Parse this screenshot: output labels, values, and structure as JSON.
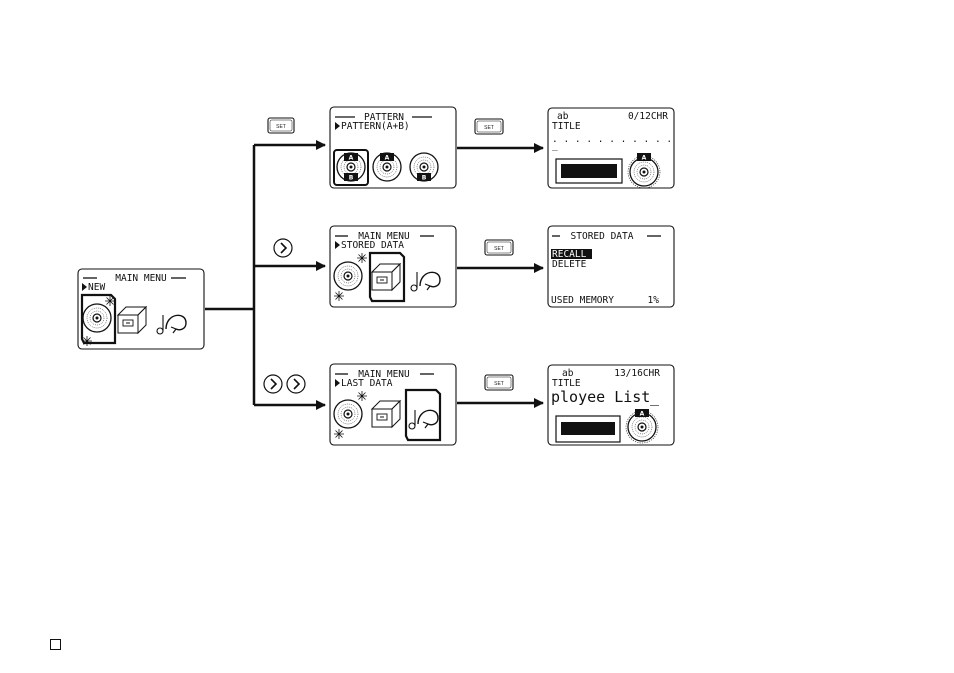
{
  "screens": {
    "main_new": {
      "title": "MAIN MENU",
      "item": "NEW"
    },
    "pattern": {
      "title": "PATTERN",
      "item": "PATTERN(A+B)",
      "icon_a": "A",
      "icon_b": "B"
    },
    "title_entry": {
      "mode": "ab",
      "counter": "0/12CHR",
      "label": "TITLE",
      "dots": ". . . . . . . . . . .",
      "cursor": "_",
      "disc_label": "A"
    },
    "main_stored": {
      "title": "MAIN MENU",
      "item": "STORED DATA"
    },
    "stored_data": {
      "title": "STORED DATA",
      "option_recall": "RECALL",
      "option_delete": "DELETE",
      "memory_label": "USED MEMORY",
      "memory_value": "1%"
    },
    "main_last": {
      "title": "MAIN MENU",
      "item": "LAST DATA"
    },
    "last_entry": {
      "mode": "ab",
      "counter": "13/16CHR",
      "label": "TITLE",
      "text": "ployee List",
      "cursor": "_",
      "disc_label": "A"
    }
  },
  "buttons": {
    "set_label": "SET"
  },
  "icons": [
    "set-key-icon",
    "right-arrow-key-icon",
    "disc-icon",
    "box-icon",
    "return-arrow-icon",
    "note-icon"
  ]
}
